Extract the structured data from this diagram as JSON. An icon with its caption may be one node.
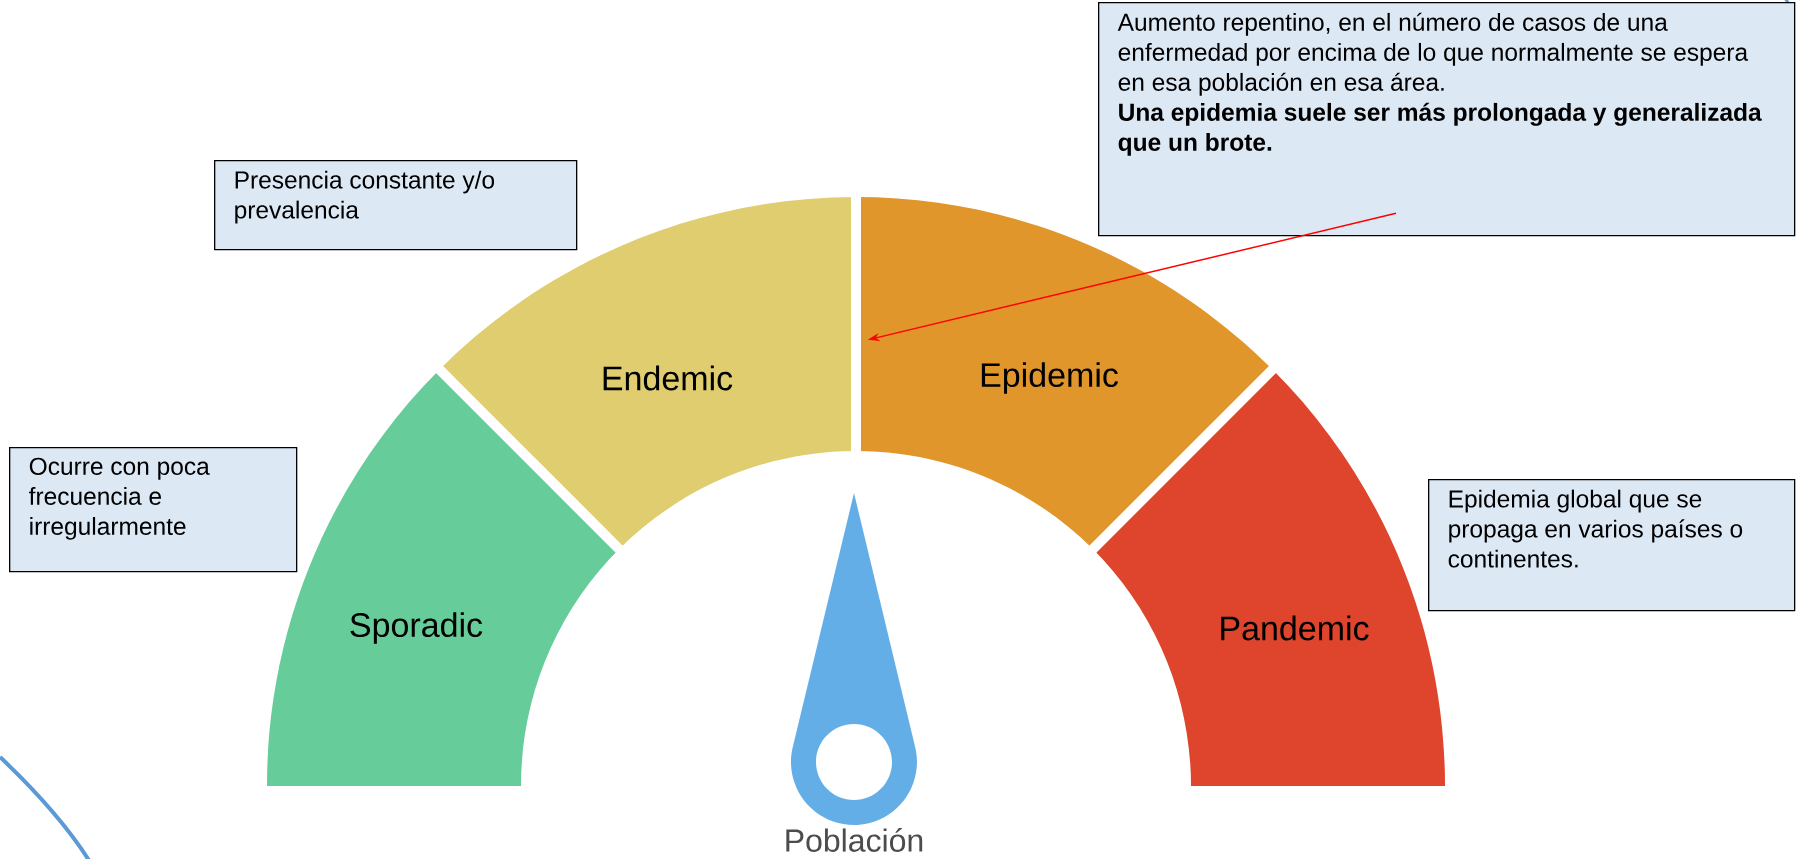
{
  "diagram": {
    "nodes": [
      {
        "text": [
          "Aumento repentino, en el número de casos de una enfermedad por encima de lo que normalmente se espera en esa población en esa área.",
          "Una epidemia suele ser más prolongada y generalizada que un brote."
        ]
      },
      {
        "text": [
          "Presencia constante y/o prevalencia"
        ]
      },
      {
        "text": [
          "Ocurre con poca frecuencia e irregularmente"
        ]
      },
      {
        "text": [
          "Epidemia global que se propaga en varios países o continentes."
        ]
      },
      {
        "text": [
          "Sporadic"
        ]
      },
      {
        "text": [
          "Endemic"
        ]
      },
      {
        "text": [
          "Epidemic"
        ]
      },
      {
        "text": [
          "Pandemic"
        ]
      }
    ],
    "edges": [
      {
        "from": 0,
        "to": 6,
        "arrow": "to",
        "color": "#ff0000"
      }
    ],
    "labels": [
      "Población"
    ]
  }
}
